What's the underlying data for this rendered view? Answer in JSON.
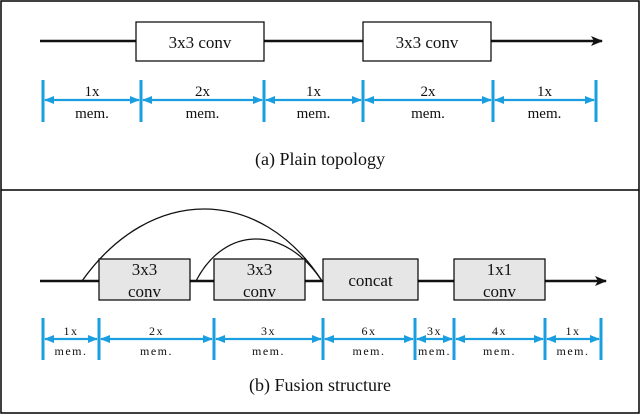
{
  "colors": {
    "arrow": "#1a9ee0",
    "line": "#111111",
    "box_fill": "#e6e6e6",
    "box_fill_plain": "#ffffff",
    "border": "#000000"
  },
  "plain": {
    "caption": "(a) Plain topology",
    "blocks": [
      {
        "label": "3x3 conv"
      },
      {
        "label": "3x3 conv"
      }
    ],
    "memory": [
      {
        "mult": "1x",
        "unit": "mem."
      },
      {
        "mult": "2x",
        "unit": "mem."
      },
      {
        "mult": "1x",
        "unit": "mem."
      },
      {
        "mult": "2x",
        "unit": "mem."
      },
      {
        "mult": "1x",
        "unit": "mem."
      }
    ]
  },
  "fusion": {
    "caption": "(b) Fusion structure",
    "blocks": [
      {
        "line1": "3x3",
        "line2": "conv"
      },
      {
        "line1": "3x3",
        "line2": "conv"
      },
      {
        "line1": "concat",
        "line2": ""
      },
      {
        "line1": "1x1",
        "line2": "conv"
      }
    ],
    "memory": [
      {
        "mult": "1x",
        "unit": "mem."
      },
      {
        "mult": "2x",
        "unit": "mem."
      },
      {
        "mult": "3x",
        "unit": "mem."
      },
      {
        "mult": "6x",
        "unit": "mem."
      },
      {
        "mult": "3x",
        "unit": "mem."
      },
      {
        "mult": "4x",
        "unit": "mem."
      },
      {
        "mult": "1x",
        "unit": "mem."
      }
    ]
  }
}
